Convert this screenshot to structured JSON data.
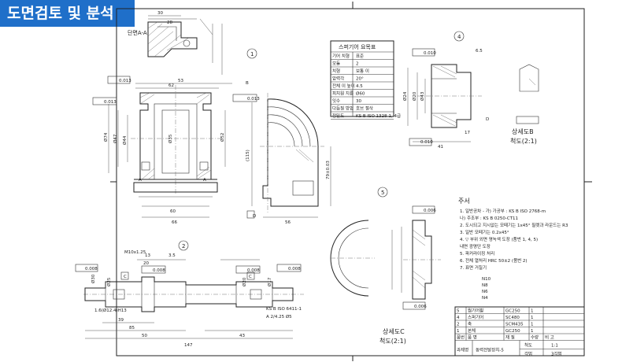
{
  "badge": "도면검토 및 분석",
  "views": {
    "section_aa": "단면A-A",
    "detail_b": "상세도B",
    "detail_b_scale": "척도(2:1)",
    "detail_c": "상세도C",
    "detail_c_scale": "척도(2:1)"
  },
  "part_numbers": [
    "1",
    "2",
    "4",
    "5"
  ],
  "markers": [
    "A",
    "A",
    "B",
    "C",
    "C",
    "D",
    "D"
  ],
  "spur_gear_table": {
    "title": "스퍼기어 요목표",
    "rows": [
      [
        "기어 치형",
        "표준"
      ],
      [
        "모듈",
        "2"
      ],
      [
        "치형",
        "보통 이"
      ],
      [
        "압력각",
        "20°"
      ],
      [
        "전체 이 높이",
        "4.5"
      ],
      [
        "피치원 지름",
        "Ø60"
      ],
      [
        "잇수",
        "30"
      ],
      [
        "다듬질 방법",
        "호브 절삭"
      ],
      [
        "정밀도",
        "KS B ISO 1328-1, 4급"
      ]
    ]
  },
  "notes": {
    "title": "주서",
    "lines": [
      "1. 일반공차 - 가) 가공부 : KS B ISO 2768-m",
      "나) 주조부 : KS B 0250-CT11",
      "2. 도시되고 지시없는 모떼기는 1x45° 필렛과 라운드는 R3",
      "3. 일반 모떼기는 0.2x45°",
      "4. ▽ 부위 외면 명녹색 도장 (품번 1, 4, 5)",
      "내면 광명단 도장",
      "5. 파커라이징 처리",
      "6. 전체 열처리 HRC 50±2 (품번 2)",
      "7. 표면 거칠기"
    ],
    "roughness": [
      "N10",
      "N8",
      "N6",
      "N4"
    ]
  },
  "title_block": {
    "rows": [
      [
        "5",
        "웜기어휠",
        "GC250",
        "1",
        ""
      ],
      [
        "4",
        "스퍼기어",
        "SC480",
        "1",
        ""
      ],
      [
        "2",
        "축",
        "SCM435",
        "1",
        ""
      ],
      [
        "1",
        "본체",
        "GC250",
        "1",
        ""
      ],
      [
        "품번",
        "품 명",
        "재 질",
        "수량",
        "비 고"
      ]
    ],
    "project_label": "과제명",
    "project": "동력전달장치-5",
    "scale_label": "척도",
    "scale": "1:1",
    "angle_label": "각법",
    "angle": "3각법"
  },
  "geometric_tolerances": [
    "0.013",
    "0.013",
    "0.013",
    "0.008",
    "0.008",
    "0.008",
    "0.008",
    "0.010",
    "0.010",
    "0.006",
    "0.006"
  ],
  "dimensions": [
    "30",
    "28",
    "62",
    "53",
    "Ø74",
    "Ø44",
    "Ø35",
    "Ø52",
    "Ø47",
    "66",
    "60",
    "(115)",
    "79±0.03",
    "56",
    "Ø24",
    "Ø20",
    "Ø43",
    "41",
    "17",
    "6.5",
    "147",
    "85",
    "50",
    "43",
    "39",
    "20",
    "Ø30",
    "Ø25",
    "Ø20",
    "Ø17",
    "13",
    "3.5",
    "M10x1.25",
    "1.6(Ø12.4)H13",
    "KS B ISO 6411-1",
    "A 2/4.25 Ø5"
  ]
}
